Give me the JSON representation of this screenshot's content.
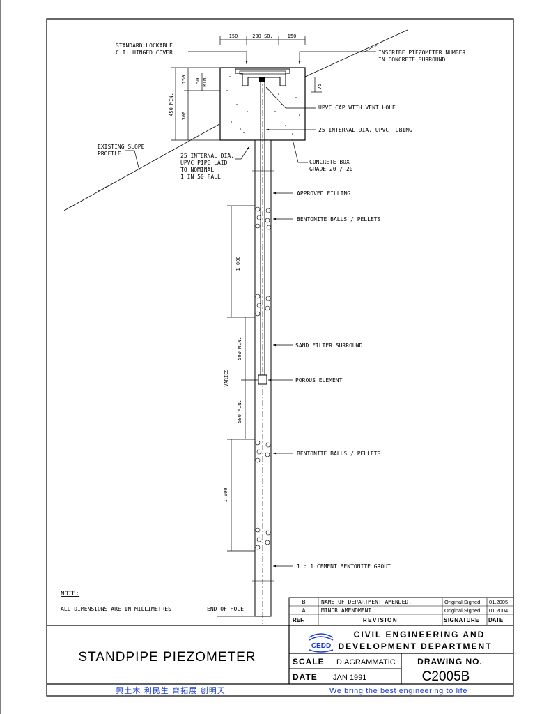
{
  "dimensions": {
    "top_left": "150",
    "top_mid": "200 SQ.",
    "top_right": "150",
    "h150": "150",
    "h50": "50",
    "min": "MIN.",
    "h450": "450 MIN.",
    "h300": "300",
    "h75": "75",
    "d1000_upper": "1 000",
    "d500_upper": "500 MIN.",
    "varies": "VARIES",
    "d500_lower": "500 MIN.",
    "d1000_lower": "1 000"
  },
  "labels": {
    "cover_1": "STANDARD LOCKABLE",
    "cover_2": "C.I. HINGED COVER",
    "inscribe_1": "INSCRIBE PIEZOMETER NUMBER",
    "inscribe_2": "IN CONCRETE SURROUND",
    "cap": "UPVC CAP WITH VENT HOLE",
    "tubing": "25 INTERNAL DIA. UPVC TUBING",
    "slope_1": "EXISTING SLOPE",
    "slope_2": "PROFILE",
    "pipe_1": "25 INTERNAL DIA.",
    "pipe_2": "UPVC PIPE LAID",
    "pipe_3": "TO NOMINAL",
    "pipe_4": "1 IN 50 FALL",
    "box_1": "CONCRETE BOX",
    "box_2": "GRADE 20 / 20",
    "filling": "APPROVED FILLING",
    "bentonite_upper": "BENTONITE BALLS / PELLETS",
    "sand": "SAND FILTER SURROUND",
    "porous": "POROUS ELEMENT",
    "bentonite_lower": "BENTONITE BALLS / PELLETS",
    "grout": "1 : 1 CEMENT BENTONITE GROUT",
    "end_of_hole": "END OF HOLE"
  },
  "note": {
    "heading": "NOTE:",
    "text": "ALL DIMENSIONS ARE IN MILLIMETRES."
  },
  "revisions": {
    "rows": [
      {
        "ref": "B",
        "revision": "NAME OF DEPARTMENT AMENDED.",
        "signature": "Original Signed",
        "date": "01.2005"
      },
      {
        "ref": "A",
        "revision": "MINOR AMENDMENT.",
        "signature": "Original Signed",
        "date": "01.2004"
      }
    ],
    "header": {
      "ref": "REF.",
      "revision": "REVISION",
      "signature": "SIGNATURE",
      "date": "DATE"
    }
  },
  "title_block": {
    "drawing_title": "STANDPIPE PIEZOMETER",
    "logo_text": "CEDD",
    "department_1": "CIVIL ENGINEERING AND",
    "department_2": "DEVELOPMENT DEPARTMENT",
    "scale_label": "SCALE",
    "scale_value": "DIAGRAMMATIC",
    "drawing_no_label": "DRAWING NO.",
    "drawing_no": "C2005B",
    "date_label": "DATE",
    "date_value": "JAN 1991"
  },
  "footer": {
    "chinese_motto": "興土木 利民生 齊拓展 創明天",
    "english_motto": "We bring the best engineering to life"
  },
  "colors": {
    "line": "#000000",
    "motto": "#1a3fd0"
  }
}
